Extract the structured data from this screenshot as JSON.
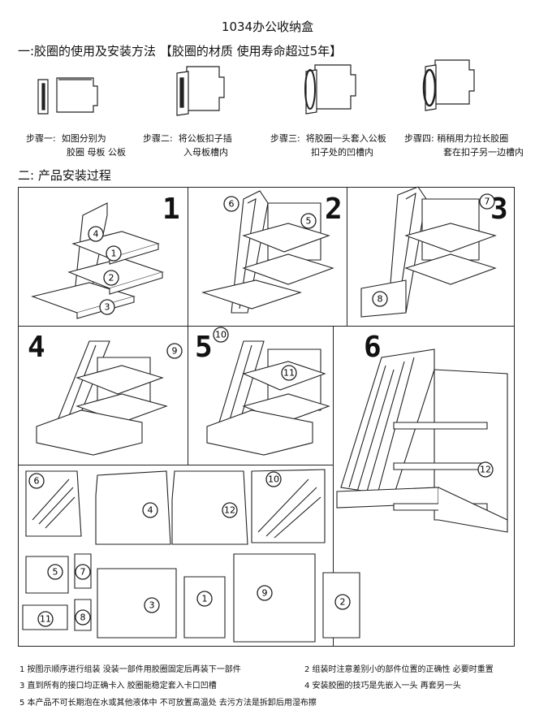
{
  "title": "1034办公收纳盒",
  "section1": "一:胶圈的使用及安装方法 【胶圈的材质 使用寿命超过5年】",
  "steps": [
    {
      "label": "步骤一:",
      "line1": "如图分别为",
      "line2": "胶圈 母板 公板"
    },
    {
      "label": "步骤二:",
      "line1": "将公板扣子插",
      "line2": "入母板槽内"
    },
    {
      "label": "步骤三:",
      "line1": "将胶圈一头套入公板",
      "line2": "扣子处的凹槽内"
    },
    {
      "label": "步骤四:",
      "line1": "稍稍用力拉长胶圈",
      "line2": "套在扣子另一边槽内"
    }
  ],
  "section2": "二: 产品安装过程",
  "panels": [
    "1",
    "2",
    "3",
    "4",
    "5",
    "6"
  ],
  "part_labels": [
    "1",
    "2",
    "3",
    "4",
    "5",
    "6",
    "7",
    "8",
    "9",
    "10",
    "11",
    "12"
  ],
  "notes": [
    "1 按图示顺序进行组装 没装一部件用胶圈固定后再装下一部件",
    "2 组装时注意差别小的部件位置的正确性 必要时重置",
    "3 直到所有的接口均正确卡入 胶圈能稳定套入卡口凹槽",
    "4 安装胶圈的技巧是先嵌入一头 再套另一头",
    "5 本产品不可长期泡在水或其他液体中 不可放置高温处 去污方法是拆卸后用湿布擦"
  ]
}
